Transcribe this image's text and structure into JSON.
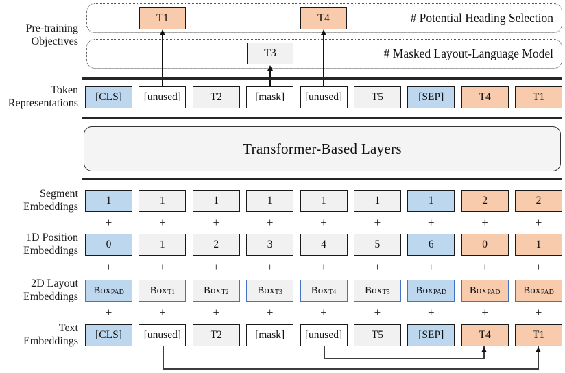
{
  "diagram": {
    "side_labels": {
      "pretraining": [
        "Pre-training",
        "Objectives"
      ],
      "token_repr": [
        "Token",
        "Representations"
      ],
      "segment": [
        "Segment",
        "Embeddings"
      ],
      "pos1d": [
        "1D Position",
        "Embeddings"
      ],
      "layout2d": [
        "2D Layout",
        "Embeddings"
      ],
      "text_emb": [
        "Text",
        "Embeddings"
      ]
    },
    "objectives": {
      "heading_selection_note": "# Potential Heading Selection",
      "masked_lm_note": "# Masked Layout-Language Model",
      "t1_box": "T1",
      "t3_box": "T3",
      "t4_box": "T4"
    },
    "transformer_label": "Transformer-Based Layers",
    "plus_sign": "+",
    "rows": {
      "token_repr": [
        {
          "text": "[CLS]",
          "style": "blue"
        },
        {
          "text": "[unused]",
          "style": "white"
        },
        {
          "text": "T2",
          "style": "gray"
        },
        {
          "text": "[mask]",
          "style": "white"
        },
        {
          "text": "[unused]",
          "style": "white"
        },
        {
          "text": "T5",
          "style": "gray"
        },
        {
          "text": "[SEP]",
          "style": "blue"
        },
        {
          "text": "T4",
          "style": "orange"
        },
        {
          "text": "T1",
          "style": "orange"
        }
      ],
      "segment": [
        {
          "text": "1",
          "style": "blue"
        },
        {
          "text": "1",
          "style": "gray"
        },
        {
          "text": "1",
          "style": "gray"
        },
        {
          "text": "1",
          "style": "gray"
        },
        {
          "text": "1",
          "style": "gray"
        },
        {
          "text": "1",
          "style": "gray"
        },
        {
          "text": "1",
          "style": "blue"
        },
        {
          "text": "2",
          "style": "orange"
        },
        {
          "text": "2",
          "style": "orange"
        }
      ],
      "pos1d": [
        {
          "text": "0",
          "style": "blue"
        },
        {
          "text": "1",
          "style": "gray"
        },
        {
          "text": "2",
          "style": "gray"
        },
        {
          "text": "3",
          "style": "gray"
        },
        {
          "text": "4",
          "style": "gray"
        },
        {
          "text": "5",
          "style": "gray"
        },
        {
          "text": "6",
          "style": "blue"
        },
        {
          "text": "0",
          "style": "orange"
        },
        {
          "text": "1",
          "style": "orange"
        }
      ],
      "layout2d": [
        {
          "main": "Box",
          "sub": "PAD",
          "style": "blue"
        },
        {
          "main": "Box",
          "sub": "T1",
          "style": "gray"
        },
        {
          "main": "Box",
          "sub": "T2",
          "style": "gray"
        },
        {
          "main": "Box",
          "sub": "T3",
          "style": "gray"
        },
        {
          "main": "Box",
          "sub": "T4",
          "style": "gray"
        },
        {
          "main": "Box",
          "sub": "T5",
          "style": "gray"
        },
        {
          "main": "Box",
          "sub": "PAD",
          "style": "blue"
        },
        {
          "main": "Box",
          "sub": "PAD",
          "style": "orange"
        },
        {
          "main": "Box",
          "sub": "PAD",
          "style": "orange"
        }
      ],
      "text_emb": [
        {
          "text": "[CLS]",
          "style": "blue"
        },
        {
          "text": "[unused]",
          "style": "white"
        },
        {
          "text": "T2",
          "style": "gray"
        },
        {
          "text": "[mask]",
          "style": "white"
        },
        {
          "text": "[unused]",
          "style": "white"
        },
        {
          "text": "T5",
          "style": "gray"
        },
        {
          "text": "[SEP]",
          "style": "blue"
        },
        {
          "text": "T4",
          "style": "orange"
        },
        {
          "text": "T1",
          "style": "orange"
        }
      ]
    },
    "colors": {
      "blue_fill": "#BDD7EE",
      "orange_fill": "#F8CBAD",
      "gray_fill": "#F1F1F1",
      "white_fill": "#FFFFFF",
      "layout_border_blue": "#4472C4",
      "cell_border": "#1A1A1A",
      "line_color": "#262626"
    }
  }
}
